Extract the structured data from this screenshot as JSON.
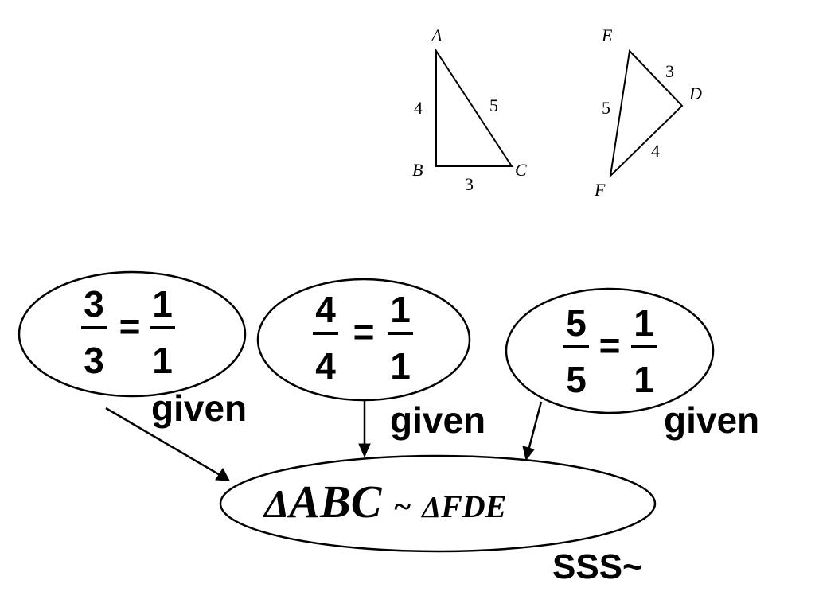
{
  "triangle_abc": {
    "vertices": {
      "a": "A",
      "b": "B",
      "c": "C"
    },
    "sides": {
      "ab": "4",
      "ac": "5",
      "bc": "3"
    }
  },
  "triangle_edf": {
    "vertices": {
      "e": "E",
      "d": "D",
      "f": "F"
    },
    "sides": {
      "ed": "3",
      "ef": "5",
      "df": "4"
    }
  },
  "ratios": [
    {
      "num1": "3",
      "den1": "3",
      "eq": "=",
      "num2": "1",
      "den2": "1",
      "reason": "given"
    },
    {
      "num1": "4",
      "den1": "4",
      "eq": "=",
      "num2": "1",
      "den2": "1",
      "reason": "given"
    },
    {
      "num1": "5",
      "den1": "5",
      "eq": "=",
      "num2": "1",
      "den2": "1",
      "reason": "given"
    }
  ],
  "conclusion": {
    "delta1": "Δ",
    "tri1": "ABC",
    "sim": "~",
    "delta2": "Δ",
    "tri2": "FDE",
    "reason": "SSS~"
  }
}
